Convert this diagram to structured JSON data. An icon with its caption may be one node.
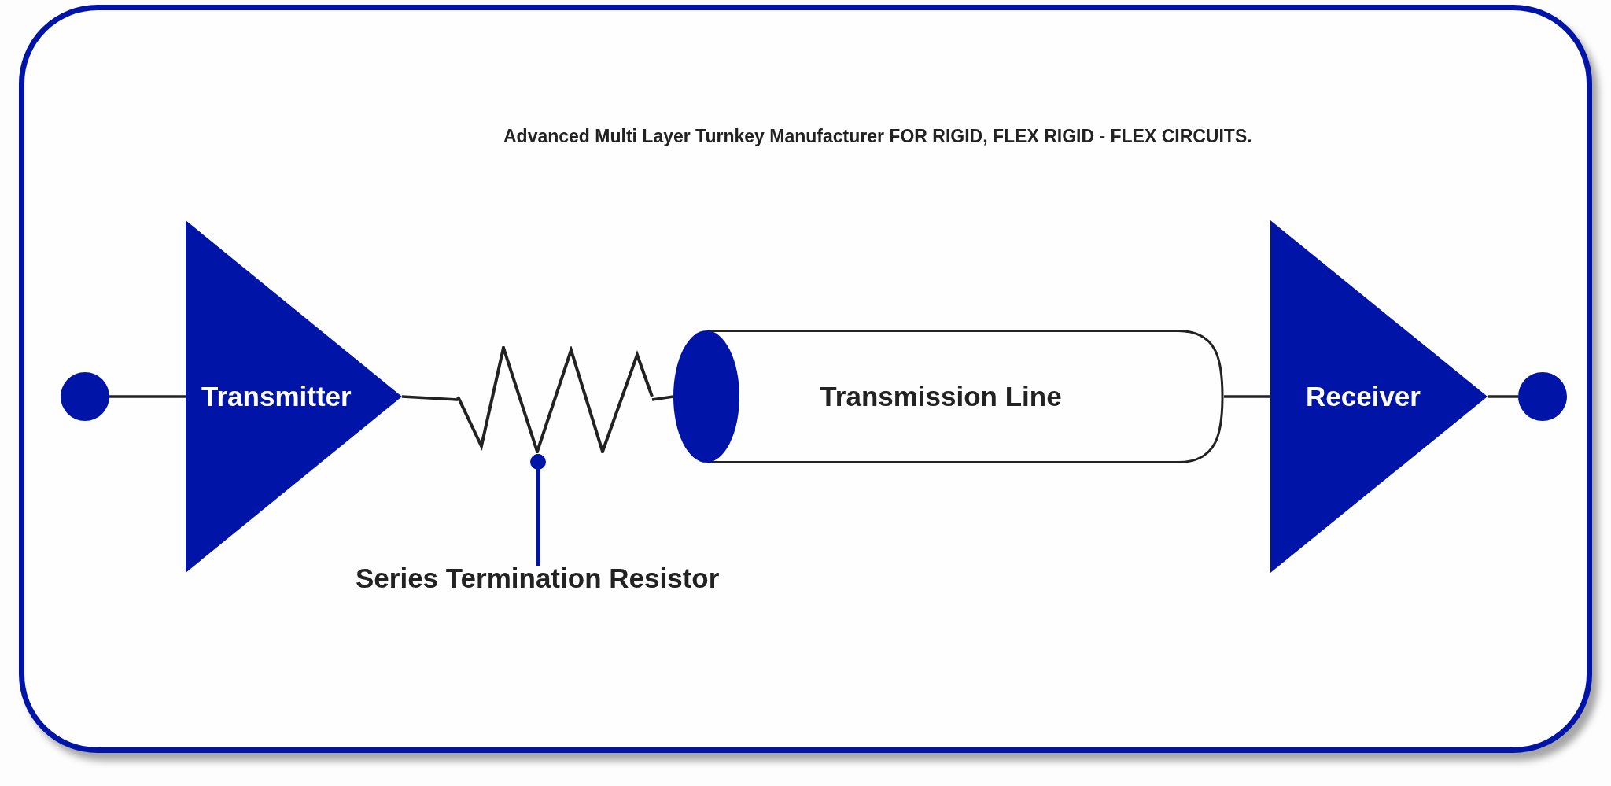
{
  "diagram": {
    "nodes": [
      {
        "text": [],
        "shape": "circle"
      },
      {
        "text": [
          "Transmitter"
        ]
      },
      {
        "text": [],
        "shape": "zigzag"
      },
      {
        "text": [
          "Transmission Line"
        ]
      },
      {
        "text": [
          "Receiver"
        ]
      },
      {
        "text": [],
        "shape": "circle"
      },
      {
        "text": [
          "Series Termination Resistor"
        ]
      }
    ],
    "edges": [
      {
        "from": 0,
        "to": 1,
        "arrow": "none"
      },
      {
        "from": 1,
        "to": 2,
        "arrow": "none"
      },
      {
        "from": 2,
        "to": 3,
        "arrow": "none"
      },
      {
        "from": 3,
        "to": 4,
        "arrow": "none"
      },
      {
        "from": 4,
        "to": 5,
        "arrow": "none"
      },
      {
        "from": 6,
        "to": 2,
        "arrow": "other",
        "color": "#0015a8"
      }
    ],
    "labels": [
      "Advanced Multi Layer Turnkey Manufacturer FOR RIGID, FLEX RIGID - FLEX CIRCUITS."
    ]
  }
}
